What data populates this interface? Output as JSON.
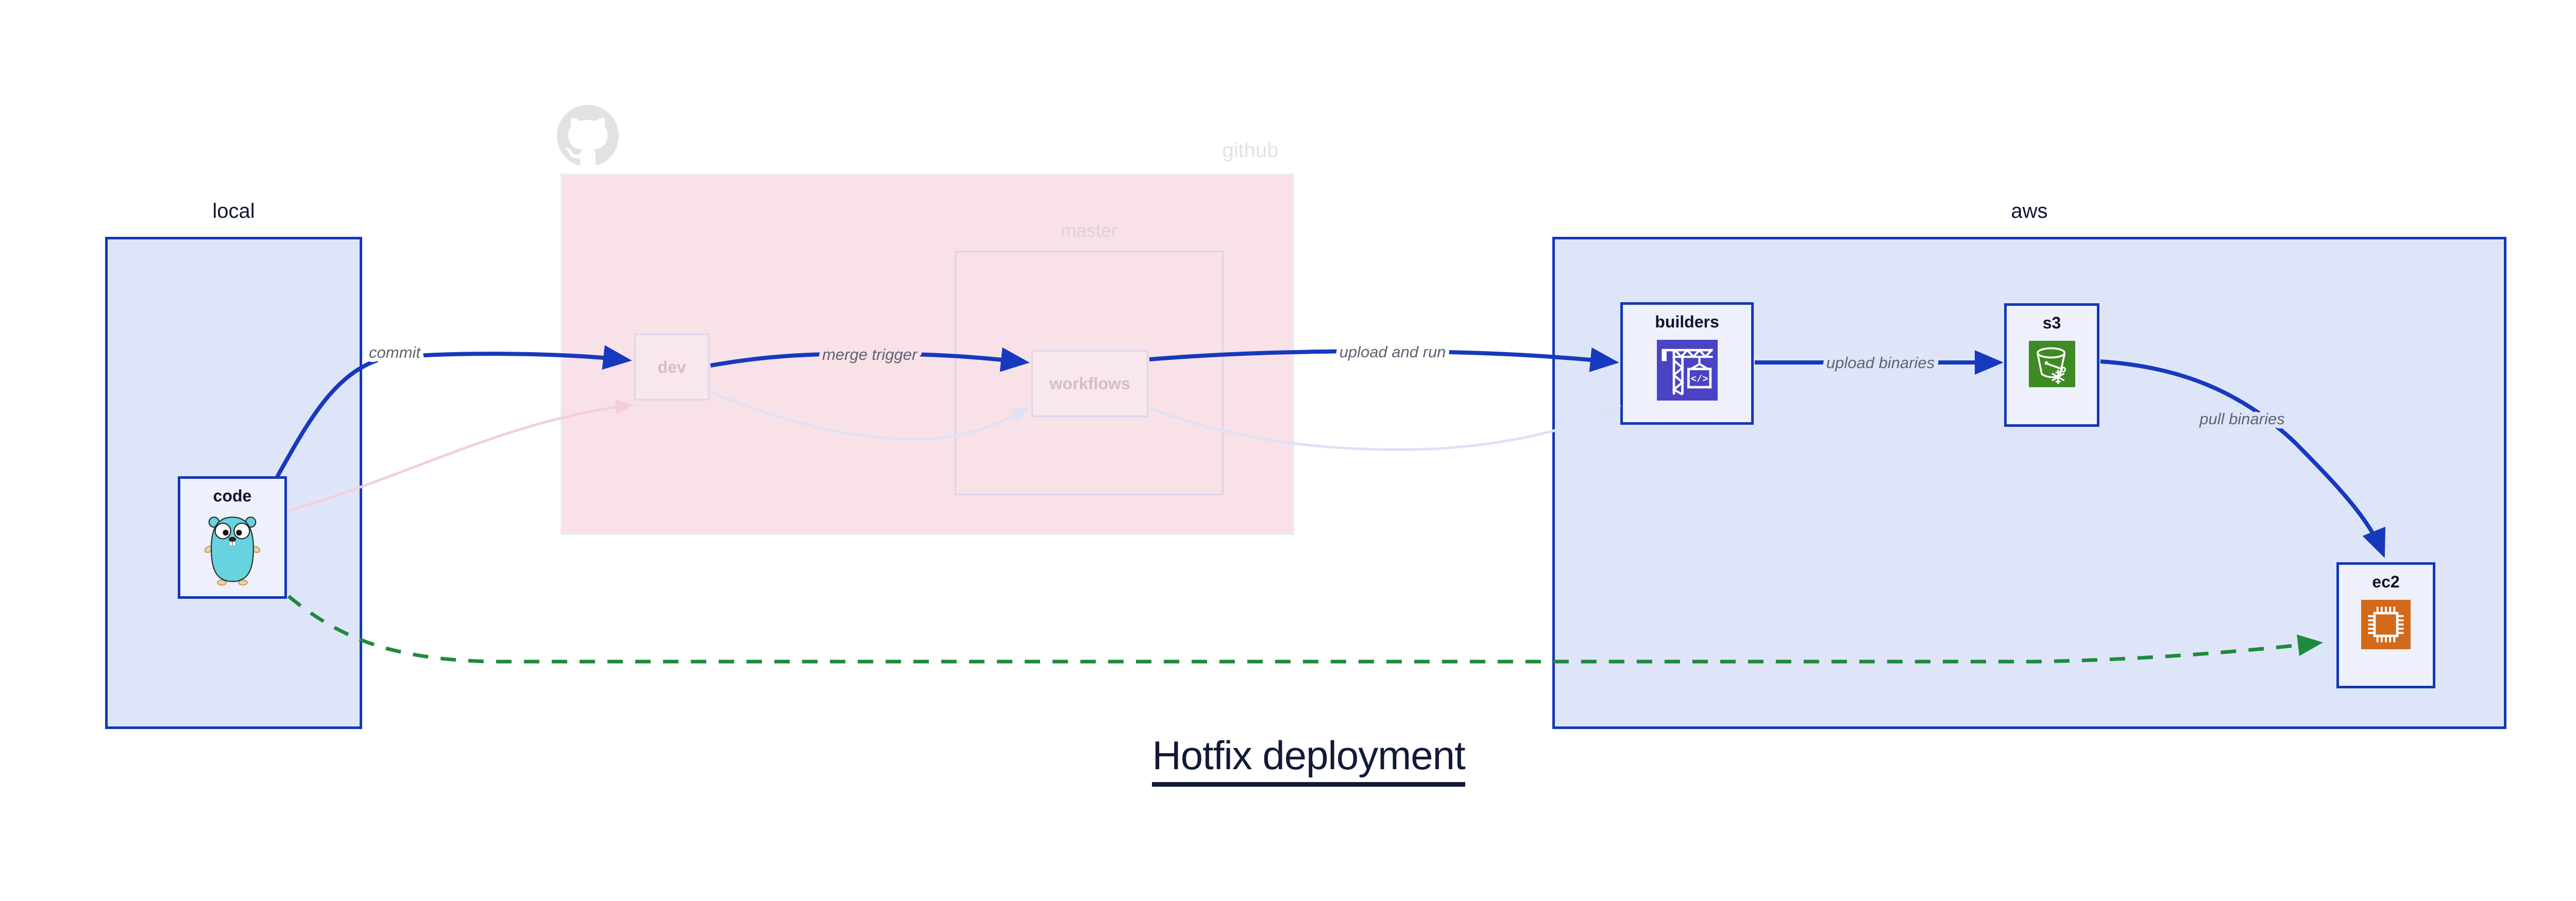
{
  "title": {
    "text": "Hotfix deployment"
  },
  "groups": {
    "local": {
      "label": "local"
    },
    "github": {
      "label": "github"
    },
    "master": {
      "label": "master"
    },
    "aws": {
      "label": "aws"
    }
  },
  "nodes": {
    "code": {
      "label": "code",
      "icon": "go-gopher-icon"
    },
    "dev": {
      "label": "dev"
    },
    "workflows": {
      "label": "workflows"
    },
    "builders": {
      "label": "builders",
      "icon": "codebuild-crane-icon"
    },
    "s3": {
      "label": "s3",
      "icon": "s3-glacier-bucket-icon"
    },
    "ec2": {
      "label": "ec2",
      "icon": "ec2-chip-icon"
    }
  },
  "edges": {
    "commit": {
      "label": "commit"
    },
    "merge_trigger": {
      "label": "merge trigger"
    },
    "upload_and_run": {
      "label": "upload and run"
    },
    "upload_binaries": {
      "label": "upload binaries"
    },
    "pull_binaries": {
      "label": "pull binaries"
    },
    "hotfix_dashed": {
      "label": ""
    }
  },
  "icons": {
    "github_logo": "github-octocat-icon"
  },
  "colors": {
    "strong_border_blue": "#1537b5",
    "edge_blue": "#1639bd",
    "group_fill_blue": "#dfe5f9",
    "node_fill": "#eef1fb",
    "github_fill_pink": "#f9e1e8",
    "faded_node_fill": "#f8e8ee",
    "faded_border": "#dcd6ec",
    "faded_pink_edge": "#f3cfda",
    "faded_lavender_edge": "#dde2f5",
    "hotfix_green": "#1e8a3c",
    "dark_navy_text": "#0d1530",
    "edge_label_gray": "#5d6470",
    "github_gray": "#e3e3e3",
    "builders_icon_bg": "#4a43c3",
    "s3_icon_bg": "#3e8a24",
    "ec2_icon_bg": "#d3691b",
    "gopher_teal": "#66d3de"
  }
}
